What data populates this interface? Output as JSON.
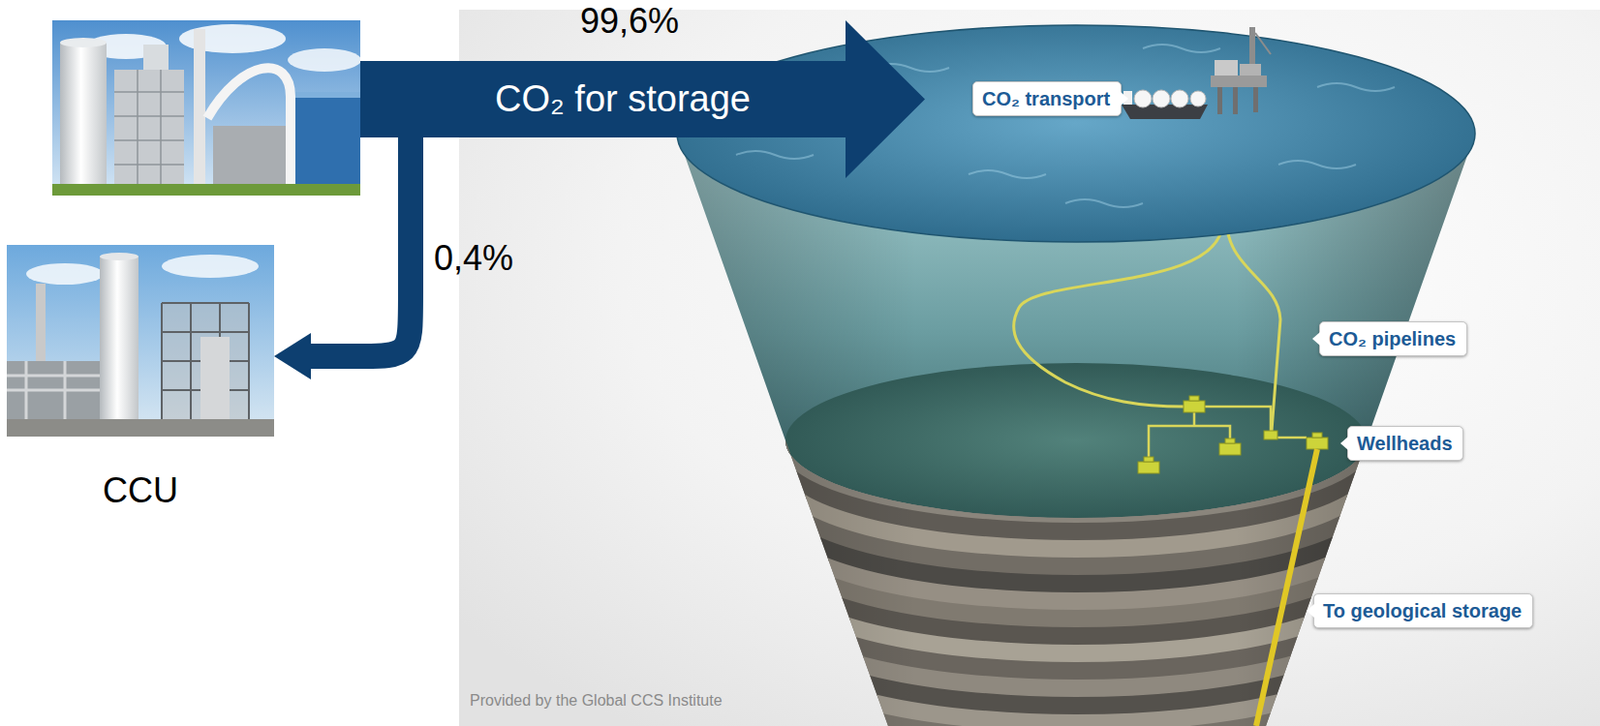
{
  "diagram": {
    "nodes": [
      {
        "text": [
          "CO₂ for storage"
        ]
      },
      {
        "text": [
          "CO₂ transport"
        ]
      },
      {
        "text": [
          "CO₂ pipelines"
        ]
      },
      {
        "text": [
          "Wellheads"
        ]
      },
      {
        "text": [
          "CCU"
        ]
      },
      {
        "text": [
          "To geological storage"
        ]
      }
    ],
    "edges": [
      {
        "from": 0,
        "to": 4,
        "arrow": "to",
        "label": "0,4%"
      }
    ],
    "labels": [
      "99,6%",
      "Provided by the Global CCS Institute"
    ]
  }
}
